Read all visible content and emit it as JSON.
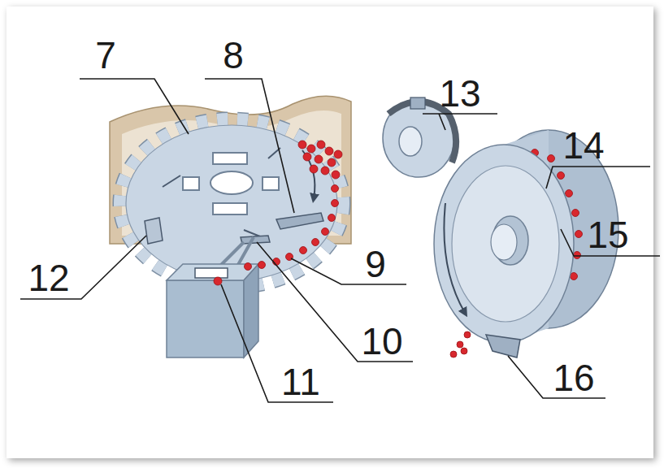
{
  "diagram": {
    "labels": [
      "7",
      "8",
      "13",
      "14",
      "15",
      "12",
      "9",
      "10",
      "11",
      "16"
    ]
  }
}
